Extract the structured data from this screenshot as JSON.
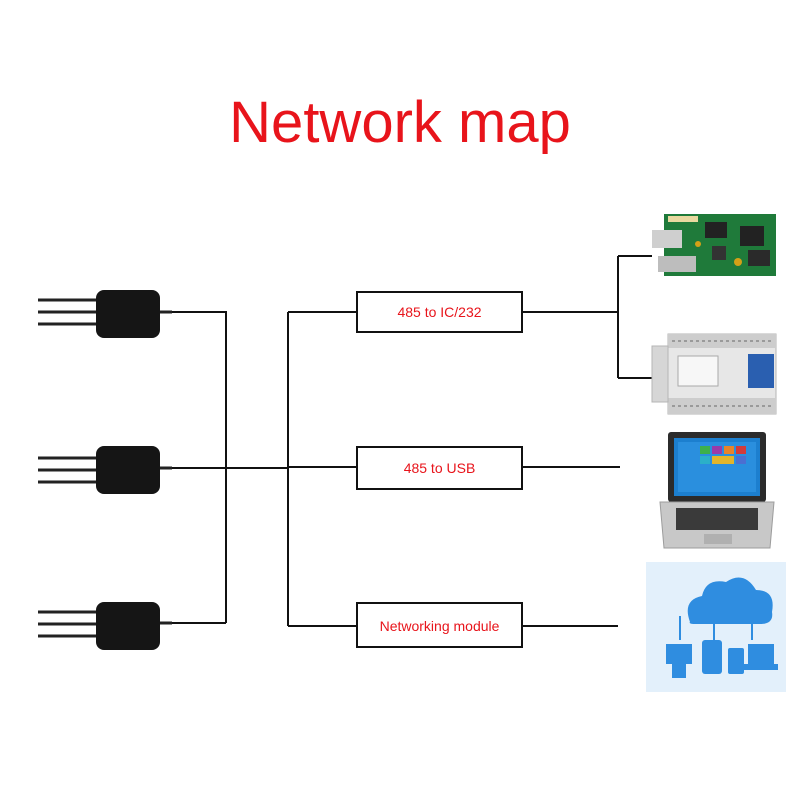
{
  "title": "Network map",
  "converters": [
    {
      "label": "485 to IC/232"
    },
    {
      "label": "485 to USB"
    },
    {
      "label": "Networking module"
    }
  ],
  "sensors": [
    {
      "icon": "soil-sensor-probe-icon"
    },
    {
      "icon": "soil-sensor-probe-icon"
    },
    {
      "icon": "soil-sensor-probe-icon"
    }
  ],
  "devices": [
    {
      "icon": "controller-board-icon"
    },
    {
      "icon": "plc-module-icon"
    },
    {
      "icon": "laptop-icon"
    },
    {
      "icon": "cloud-network-icon"
    }
  ],
  "colors": {
    "title": "#e8141b",
    "line": "#111111",
    "cloud_bg": "#e3f0fb",
    "cloud": "#2f8de0"
  }
}
